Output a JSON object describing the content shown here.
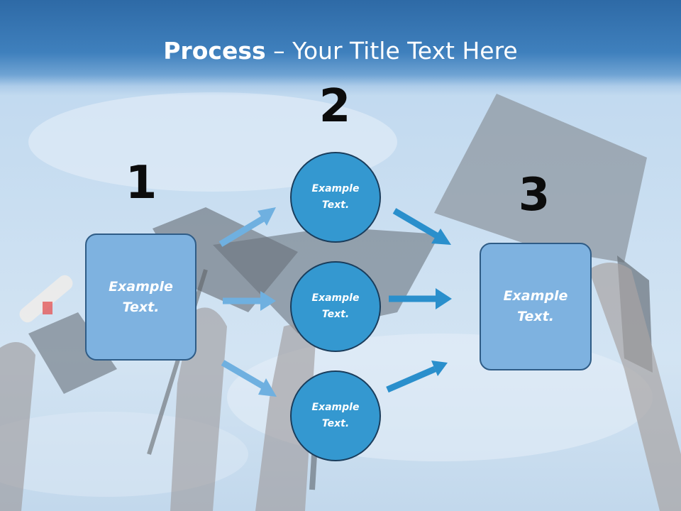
{
  "slide": {
    "title_bold": "Process",
    "title_rest": " – Your Title Text Here",
    "numbers": {
      "n1": "1",
      "n2": "2",
      "n3": "3"
    },
    "box_left": "Example Text.",
    "box_right": "Example Text.",
    "circles": [
      "Example Text.",
      "Example Text.",
      "Example Text."
    ]
  },
  "colors": {
    "title_band": "#3f80bd",
    "box_fill": "#7eb2e0",
    "circle_fill": "#3498d0",
    "arrow_light": "#6fb0e0",
    "arrow_dark": "#2a8fcc"
  }
}
